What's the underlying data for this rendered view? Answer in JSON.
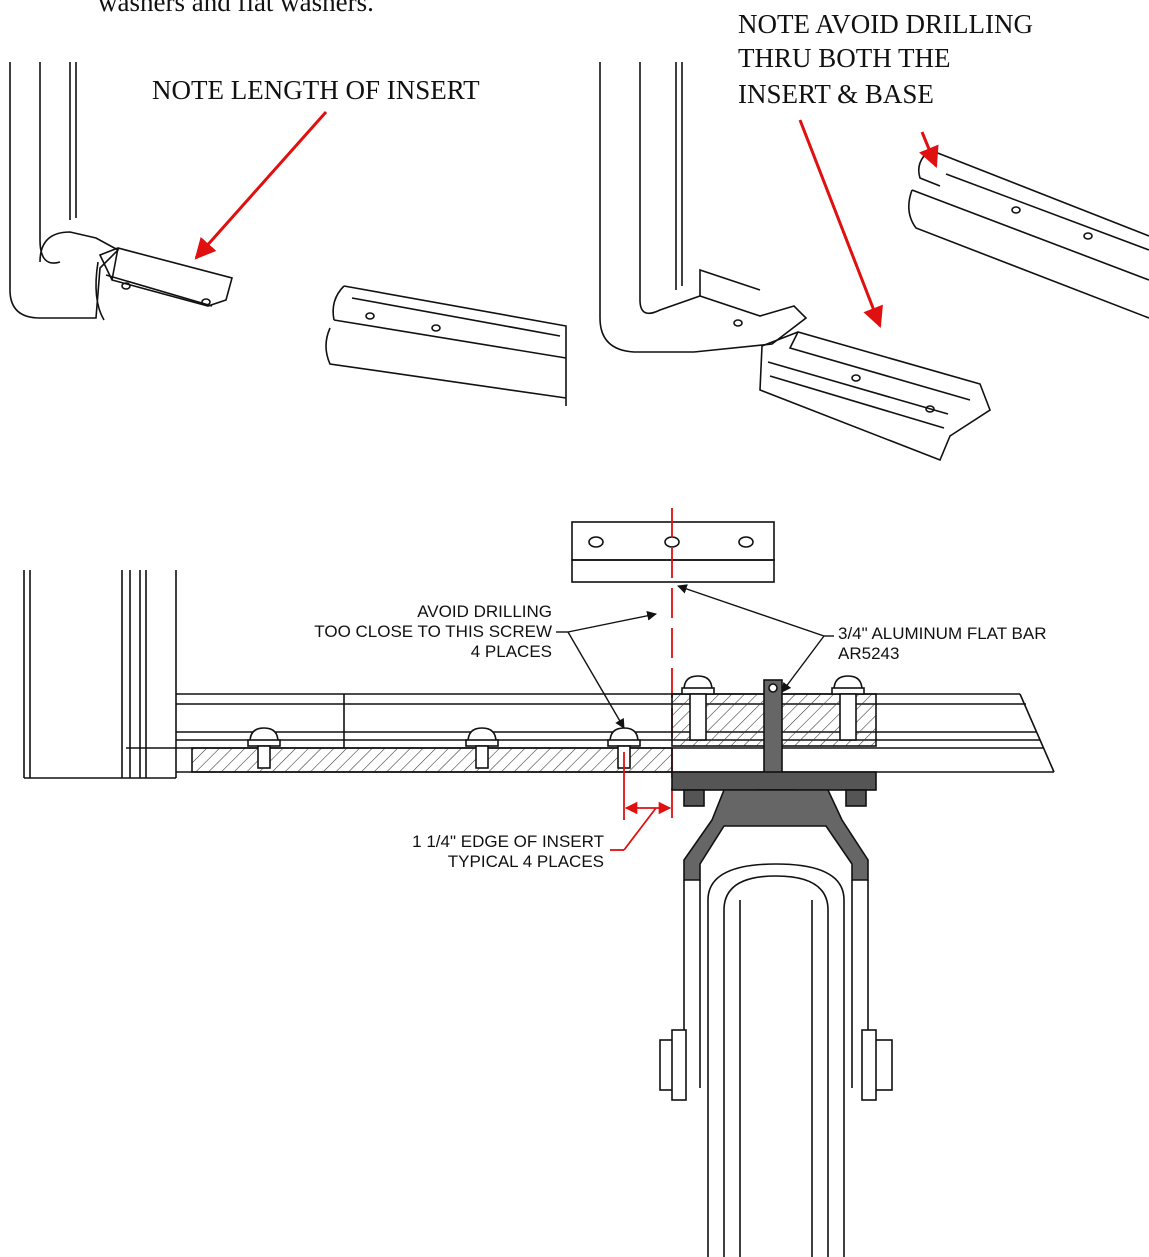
{
  "header_fragment": "washers and flat washers.",
  "notes": {
    "length_of_insert": "NOTE LENGTH OF INSERT",
    "avoid_drilling_lines": [
      "NOTE AVOID DRILLING",
      "THRU BOTH THE",
      "INSERT & BASE"
    ]
  },
  "callouts": {
    "avoid_screw_lines": [
      "AVOID DRILLING",
      "TOO CLOSE TO THIS SCREW",
      "4 PLACES"
    ],
    "flat_bar_lines": [
      "3/4\" ALUMINUM FLAT BAR",
      "AR5243"
    ],
    "edge_insert_lines": [
      "1 1/4\" EDGE OF INSERT",
      "TYPICAL 4 PLACES"
    ]
  },
  "colors": {
    "line": "#111111",
    "arrow": "#e01010",
    "hatch": "#333333",
    "caster_gray": "#666666"
  }
}
